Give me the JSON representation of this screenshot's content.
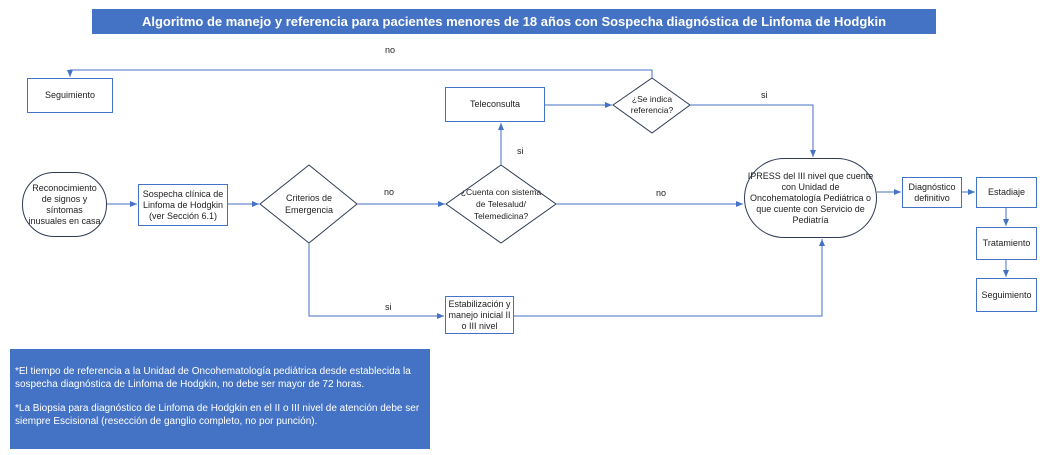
{
  "title": "Algoritmo de manejo y referencia para pacientes menores de 18 años con Sospecha diagnóstica de Linfoma de Hodgkin",
  "nodes": {
    "seguimiento_top": "Seguimiento",
    "reconocimiento": "Reconocimiento de signos y síntomas inusuales en casa",
    "sospecha": "Sospecha clínica de Linfoma de Hodgkin (ver Sección 6.1)",
    "criterios": "Criterios de Emergencia",
    "cuenta": "¿Cuenta con sistema de Telesalud/ Telemedicina?",
    "teleconsulta": "Teleconsulta",
    "se_indica": "¿Se indica referencia?",
    "ipress": "IPRESS del III nivel que cuente con Unidad de Oncohematología Pediátrica o que cuente con Servicio de Pediatría",
    "estabilizacion": "Estabilización y manejo inicial II o III nivel",
    "diagnostico": "Diagnóstico definitivo",
    "estadiaje": "Estadiaje",
    "tratamiento": "Tratamiento",
    "seguimiento_right": "Seguimiento"
  },
  "labels": {
    "no_top": "no",
    "si_top": "si",
    "no_criterios": "no",
    "si_cuenta": "si",
    "no_cuenta": "no",
    "si_criterios": "si"
  },
  "notes": [
    "*El tiempo de referencia a la Unidad de Oncohematología pediátrica desde establecida la sospecha diagnóstica de Linfoma de Hodgkin, no debe ser mayor de 72 horas.",
    "*La Biopsia para diagnóstico de Linfoma de Hodgkin en el II o III nivel de atención debe ser siempre Escisional (resección de ganglio completo, no por punción)."
  ],
  "colors": {
    "accent": "#4472C4",
    "line": "#4472C4"
  }
}
